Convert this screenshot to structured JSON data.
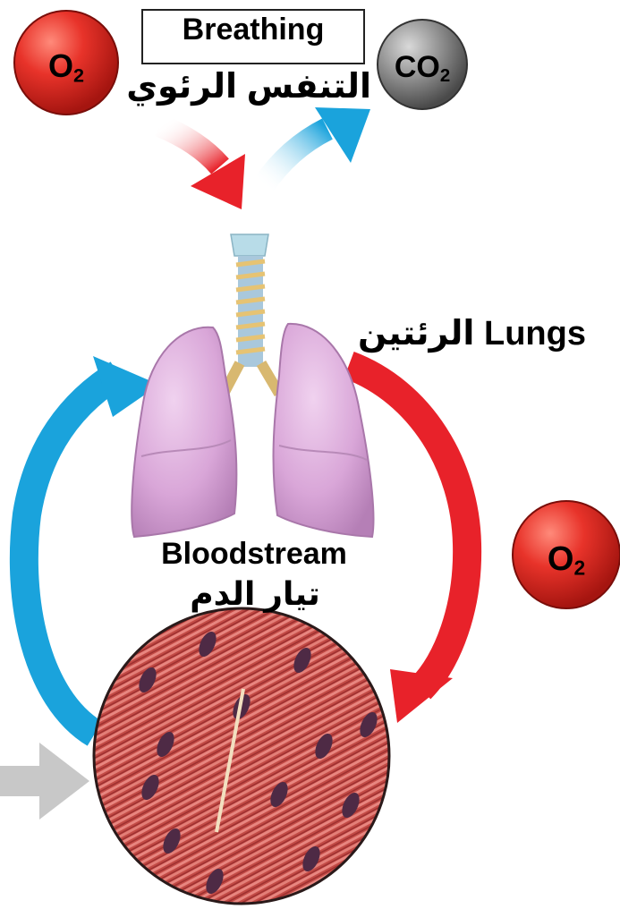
{
  "labels": {
    "breathing_en": "Breathing",
    "breathing_ar": "التنفس الرئوي",
    "lungs": "الرئتين Lungs",
    "bloodstream_en": "Bloodstream",
    "bloodstream_ar": "تيار الدم"
  },
  "molecules": {
    "oxygen": {
      "base": "O",
      "sub": "2"
    },
    "carbon_dioxide": {
      "base": "CO",
      "sub": "2"
    }
  },
  "colors": {
    "oxygen_red": "#e8332a",
    "co2_gray": "#8a8a8a",
    "blue_arrow": "#1aa3dc",
    "red_arrow": "#e8222a",
    "lung_pink": "#d9a6d8",
    "muscle_red": "#c8504a",
    "gray_arrow": "#c8c8c8"
  }
}
